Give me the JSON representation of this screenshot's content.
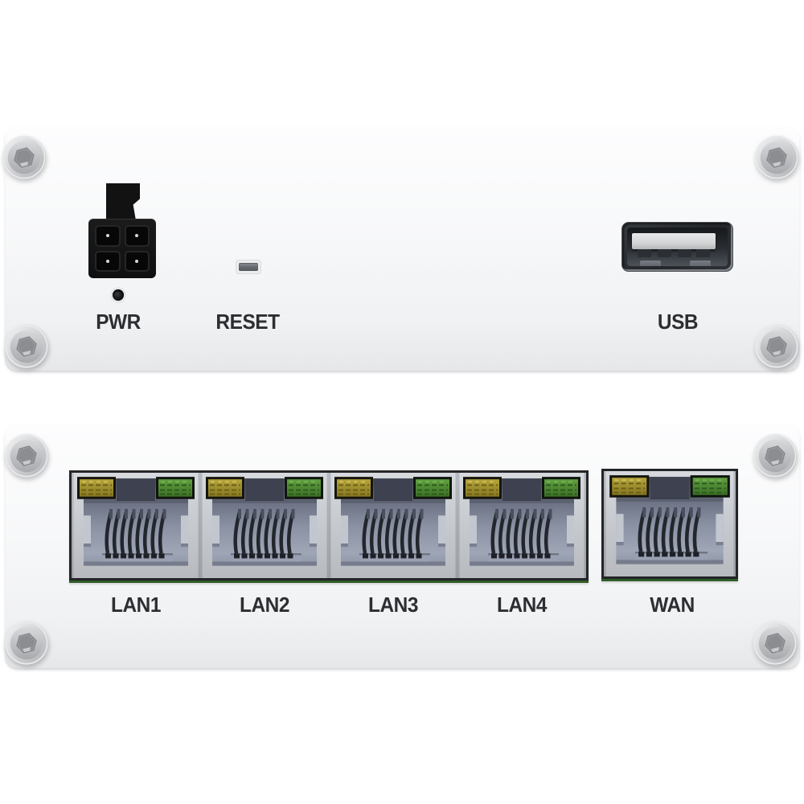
{
  "front_panel": {
    "power": {
      "label": "PWR"
    },
    "reset": {
      "label": "RESET"
    },
    "usb": {
      "label": "USB"
    }
  },
  "rear_panel": {
    "ports": [
      {
        "label": "LAN1"
      },
      {
        "label": "LAN2"
      },
      {
        "label": "LAN3"
      },
      {
        "label": "LAN4"
      },
      {
        "label": "WAN"
      }
    ]
  },
  "icons": {
    "screw": "hex-socket-screw-icon",
    "rj45": "rj45-jack-icon"
  },
  "colors": {
    "background": "#ffffff",
    "panel": "#f4f5f6",
    "label_text": "#2c2e31",
    "connector_black": "#121212",
    "usb_tongue": "#d9dadb",
    "port_bezel": "#c7cacd",
    "port_cavity": "#8a91a3",
    "led_yellow": "#9d8d2a",
    "led_green": "#4e8334",
    "pcb_green": "#2f5c28",
    "screw_metal": "#bfc1c4"
  }
}
